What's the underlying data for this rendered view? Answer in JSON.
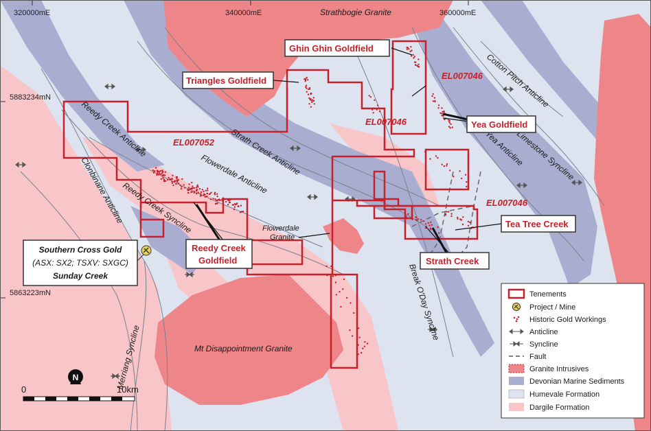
{
  "coords": {
    "e320": "320000mE",
    "e340": "340000mE",
    "e360": "360000mE",
    "n5883": "5883234mN",
    "n5863": "5863223mN"
  },
  "granites": {
    "strathbogie": "Strathbogie Granite",
    "mt_disappointment": "Mt Disappointment Granite",
    "flowerdale": "Flowerdale Granite"
  },
  "structures": {
    "reedy_creek_anticline": "Reedy Creek Anticline",
    "clonbinane_anticline": "Clonbinane Anticline",
    "reedy_creek_syncline": "Reedy Creek Syncline",
    "flowerdale_anticline": "Flowerdale Anticline",
    "strath_creek_anticline": "Strath Creek Anticline",
    "merriang_syncline": "Merriang Syncline",
    "break_oday_syncline": "Break O'Day Syncline",
    "yea_anticline": "Yea Anticline",
    "limestone_syncline": "Limestone Syncline",
    "cotton_pitch_anticline": "Cotton Pitch Anticline"
  },
  "tenements": {
    "el007052": "EL007052",
    "el007046_a": "EL007046",
    "el007046_b": "EL007046",
    "el007046_c": "EL007046"
  },
  "goldfields": {
    "ghin_ghin": "Ghin Ghin Goldfield",
    "triangles": "Triangles Goldfield",
    "yea": "Yea Goldfield",
    "tea_tree": "Tea Tree Creek",
    "strath": "Strath Creek",
    "reedy_line1": "Reedy Creek",
    "reedy_line2": "Goldfield"
  },
  "project": {
    "line1": "Southern Cross Gold",
    "line2": "(ASX: SX2; TSXV: SXGC)",
    "line3": "Sunday Creek"
  },
  "scale": {
    "start": "0",
    "end": "10km",
    "north": "N"
  },
  "legend": {
    "items": [
      {
        "key": "tenements",
        "label": "Tenements"
      },
      {
        "key": "project",
        "label": "Project / Mine"
      },
      {
        "key": "workings",
        "label": "Historic Gold Workings"
      },
      {
        "key": "anticline",
        "label": "Anticline"
      },
      {
        "key": "syncline",
        "label": "Syncline"
      },
      {
        "key": "fault",
        "label": "Fault"
      },
      {
        "key": "granite",
        "label": "Granite Intrusives"
      },
      {
        "key": "devonian",
        "label": "Devonian Marine Sediments"
      },
      {
        "key": "humevale",
        "label": "Humevale Formation"
      },
      {
        "key": "dargile",
        "label": "Dargile Formation"
      }
    ]
  },
  "colors": {
    "humevale": "#dde3ef",
    "devonian": "#a9aed1",
    "dargile": "#f8c5c8",
    "granite": "#ee8589",
    "tenement": "#c8202a"
  }
}
